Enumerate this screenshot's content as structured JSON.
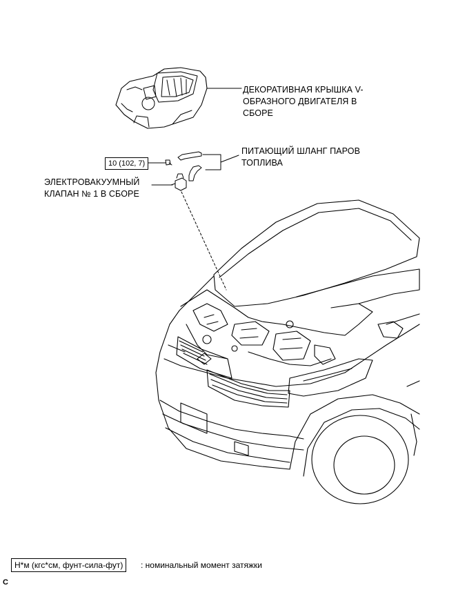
{
  "labels": {
    "engine_cover": [
      "ДЕКОРАТИВНАЯ КРЫШКА V-",
      "ОБРАЗНОГО ДВИГАТЕЛЯ В",
      "СБОРЕ"
    ],
    "fuel_hose": [
      "ПИТАЮЩИЙ ШЛАНГ ПАРОВ",
      "ТОПЛИВА"
    ],
    "vsv": [
      "ЭЛЕКТРОВАКУУМНЫЙ",
      "КЛАПАН № 1 В СБОРЕ"
    ]
  },
  "torque_spec": "10 (102, 7)",
  "legend": {
    "units": "Н*м (кгс*см, фунт-сила-фут)",
    "description": ": номинальный момент затяжки"
  },
  "corner_code": "C"
}
